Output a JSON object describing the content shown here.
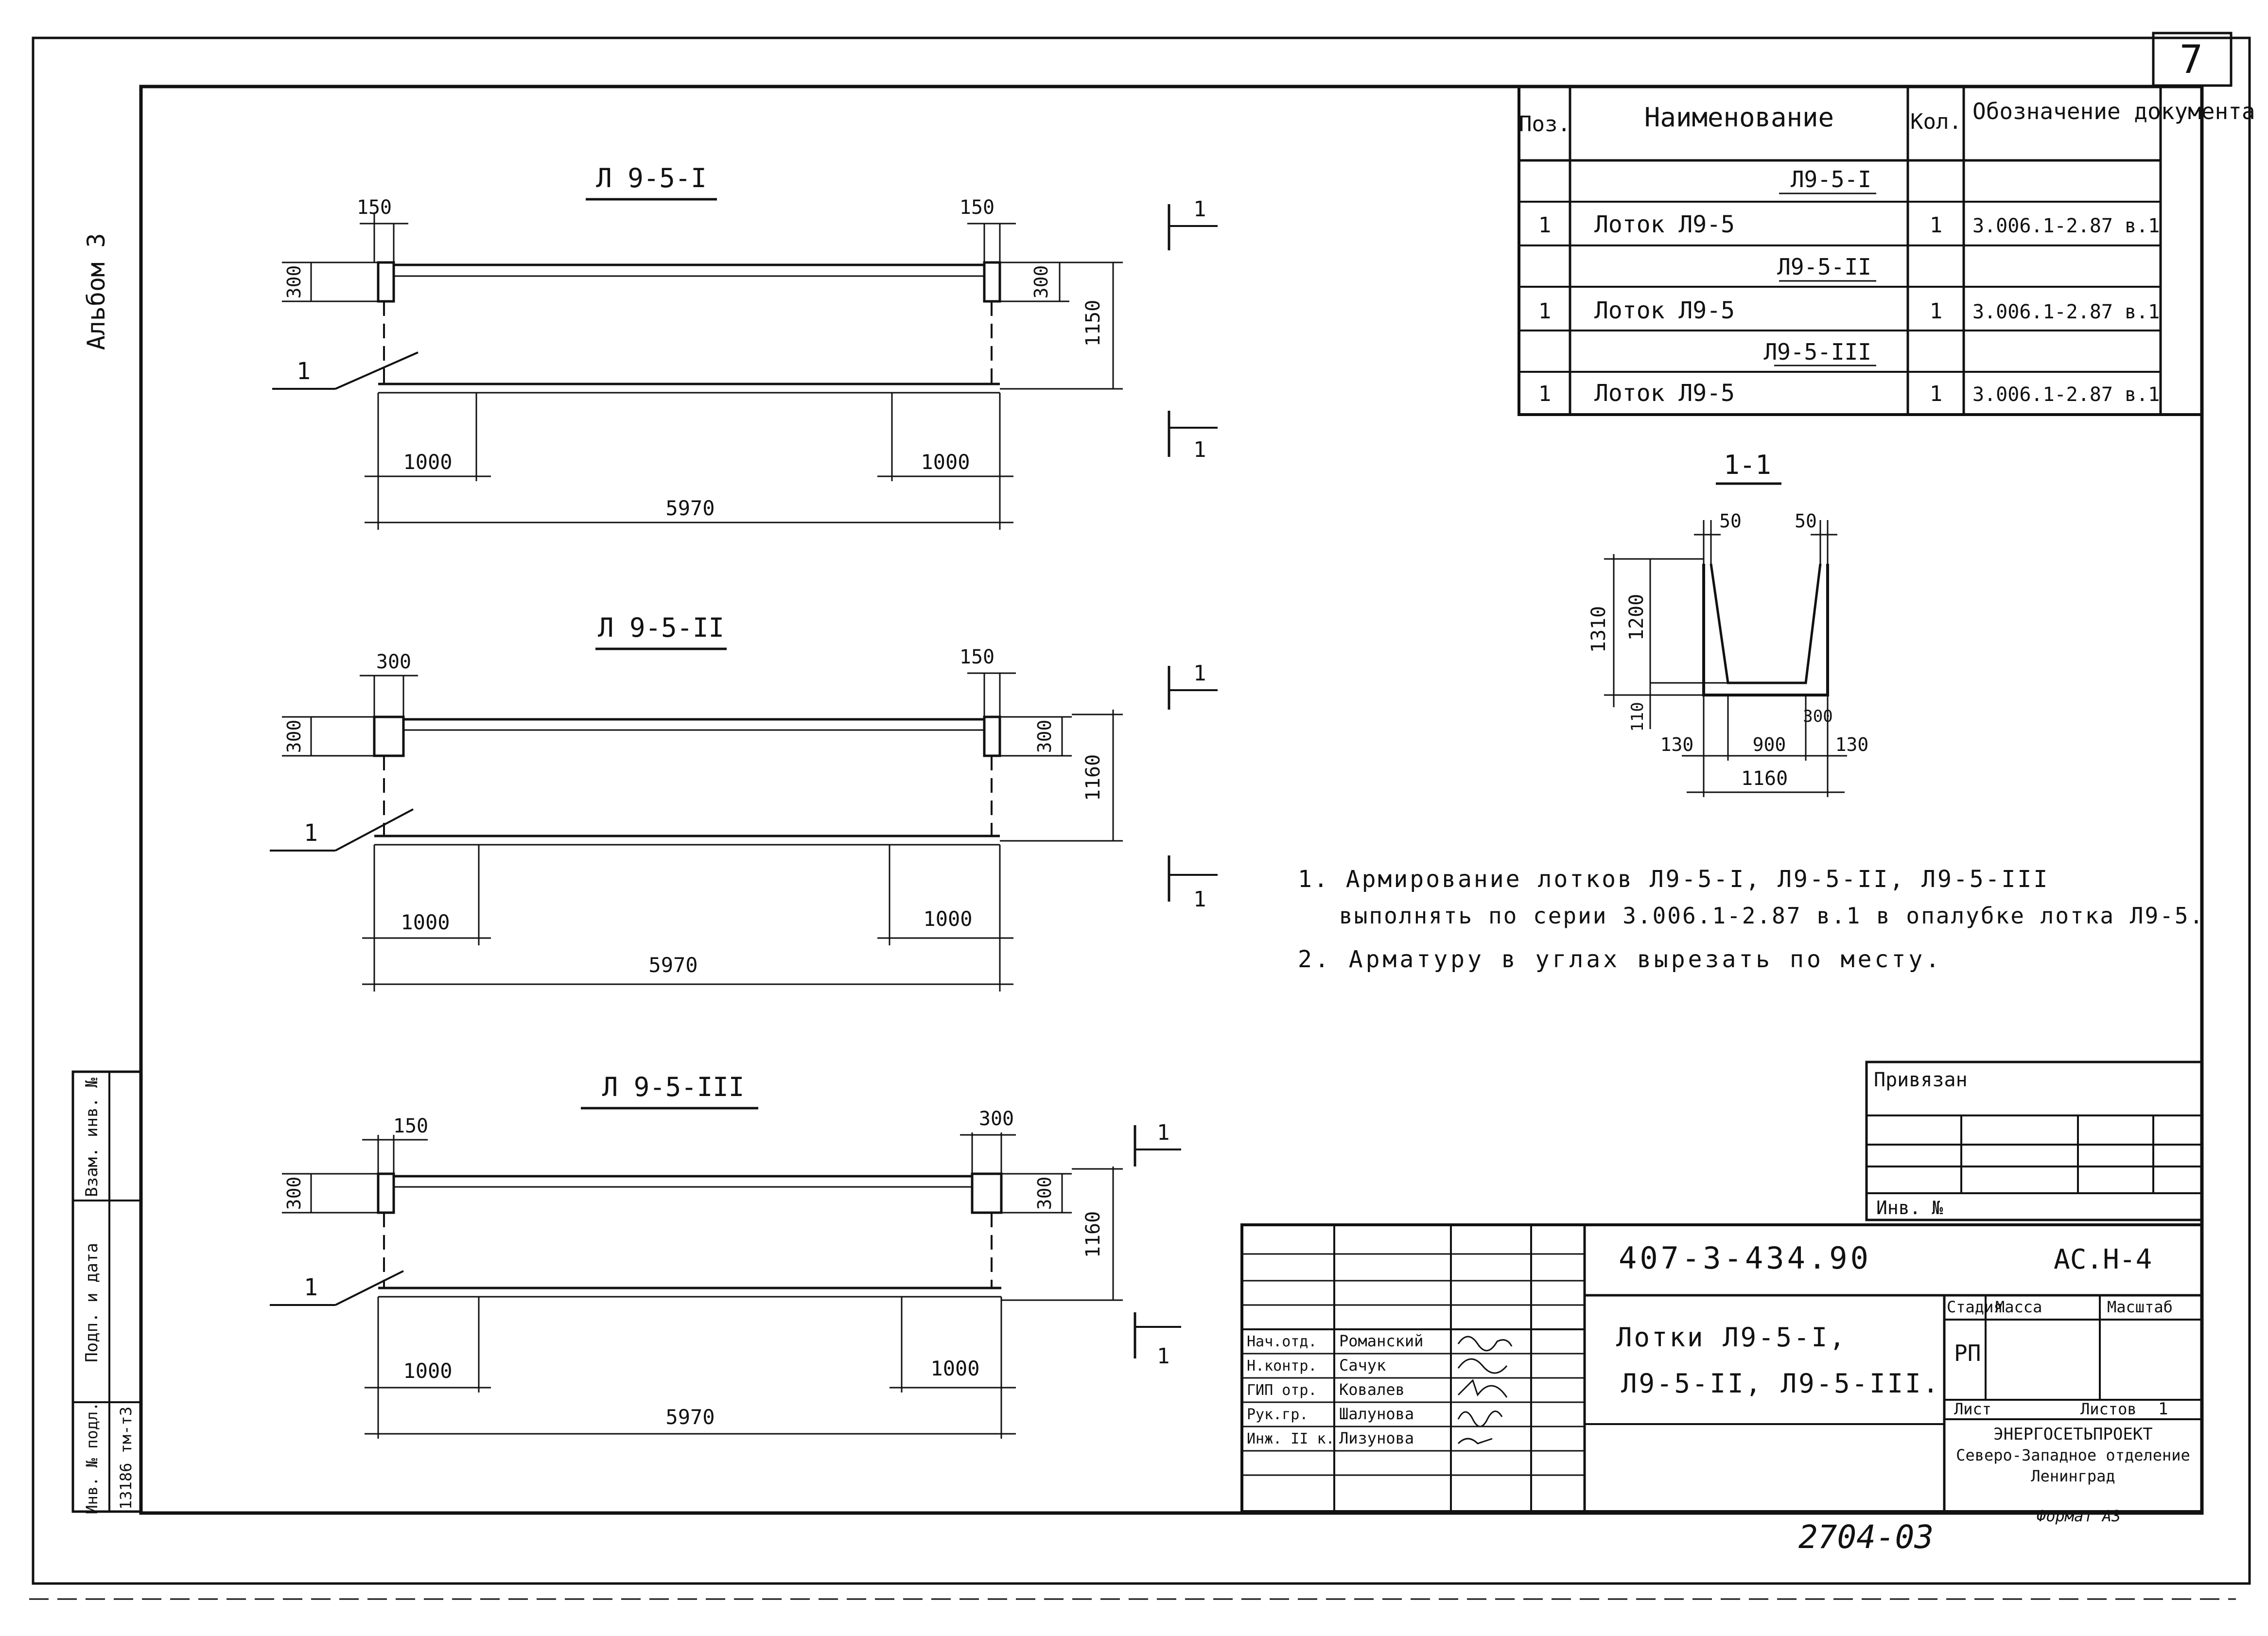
{
  "sheet": {
    "page_number": "7",
    "album_label": "Альбом 3",
    "handwritten_number": "2704-03",
    "format_label": "Формат А3"
  },
  "views": [
    {
      "title": "Л 9-5-I",
      "left_top": "150",
      "right_top": "150",
      "left_height": "300",
      "right_height": "300",
      "total_height": "1150",
      "callout": "1",
      "span_left": "1000",
      "span_right": "1000",
      "length": "5970",
      "section_mark": "1"
    },
    {
      "title": "Л 9-5-II",
      "left_top": "300",
      "right_top": "150",
      "left_height": "300",
      "right_height": "300",
      "total_height": "1160",
      "callout": "1",
      "span_left": "1000",
      "span_right": "1000",
      "length": "5970",
      "section_mark": "1"
    },
    {
      "title": "Л 9-5-III",
      "left_top": "150",
      "right_top": "300",
      "left_height": "300",
      "right_height": "300",
      "total_height": "1160",
      "callout": "1",
      "span_left": "1000",
      "span_right": "1000",
      "length": "5970",
      "section_mark": "1"
    }
  ],
  "spec_table": {
    "headers": {
      "pos": "Поз.",
      "name": "Наименование",
      "qty": "Кол.",
      "doc": "Обозначение документа"
    },
    "groups": [
      {
        "title": "Л9-5-I",
        "pos": "1",
        "name": "Лоток Л9-5",
        "qty": "1",
        "doc": "3.006.1-2.87 в.1"
      },
      {
        "title": "Л9-5-II",
        "pos": "1",
        "name": "Лоток Л9-5",
        "qty": "1",
        "doc": "3.006.1-2.87 в.1"
      },
      {
        "title": "Л9-5-III",
        "pos": "1",
        "name": "Лоток Л9-5",
        "qty": "1",
        "doc": "3.006.1-2.87 в.1"
      }
    ]
  },
  "section": {
    "title": "1-1",
    "wall_top_left": "50",
    "wall_top_right": "50",
    "total_height": "1310",
    "inner_height": "1200",
    "bottom_thickness": "110",
    "bottom_right": "300",
    "base_left": "130",
    "base_middle": "900",
    "base_right": "130",
    "width": "1160"
  },
  "notes": [
    "1. Армирование лотков Л9-5-I, Л9-5-II, Л9-5-III",
    "выполнять по серии 3.006.1-2.87 в.1 в опалубке лотка Л9-5.",
    "2. Арматуру в углах вырезать по месту."
  ],
  "binding_box": {
    "title": "Привязан",
    "inv_label": "Инв. №"
  },
  "side_stamp": {
    "inv_orig": "Инв. № подл.",
    "sign_date": "Подп. и дата",
    "replace_inv": "Взам. инв. №",
    "inv_value": "13186 тм-т3"
  },
  "title_block": {
    "doc_code": "407-3-434.90",
    "sheet_code": "АС.Н-4",
    "drawing_title_1": "Лотки Л9-5-I,",
    "drawing_title_2": "Л9-5-II, Л9-5-III.",
    "stage_label": "Стадия",
    "mass_label": "Масса",
    "scale_label": "Масштаб",
    "stage_value": "РП",
    "sheet_label": "Лист",
    "sheets_label": "Листов",
    "sheets_value": "1",
    "org_1": "ЭНЕРГОСЕТЬПРОЕКТ",
    "org_2": "Северо-Западное отделение",
    "org_3": "Ленинград",
    "people": [
      {
        "role": "Нач.отд.",
        "name": "Романский"
      },
      {
        "role": "Н.контр.",
        "name": "Сачук"
      },
      {
        "role": "ГИП отр.",
        "name": "Ковалев"
      },
      {
        "role": "Рук.гр.",
        "name": "Шалунова"
      },
      {
        "role": "Инж. II к.",
        "name": "Лизунова"
      }
    ]
  }
}
